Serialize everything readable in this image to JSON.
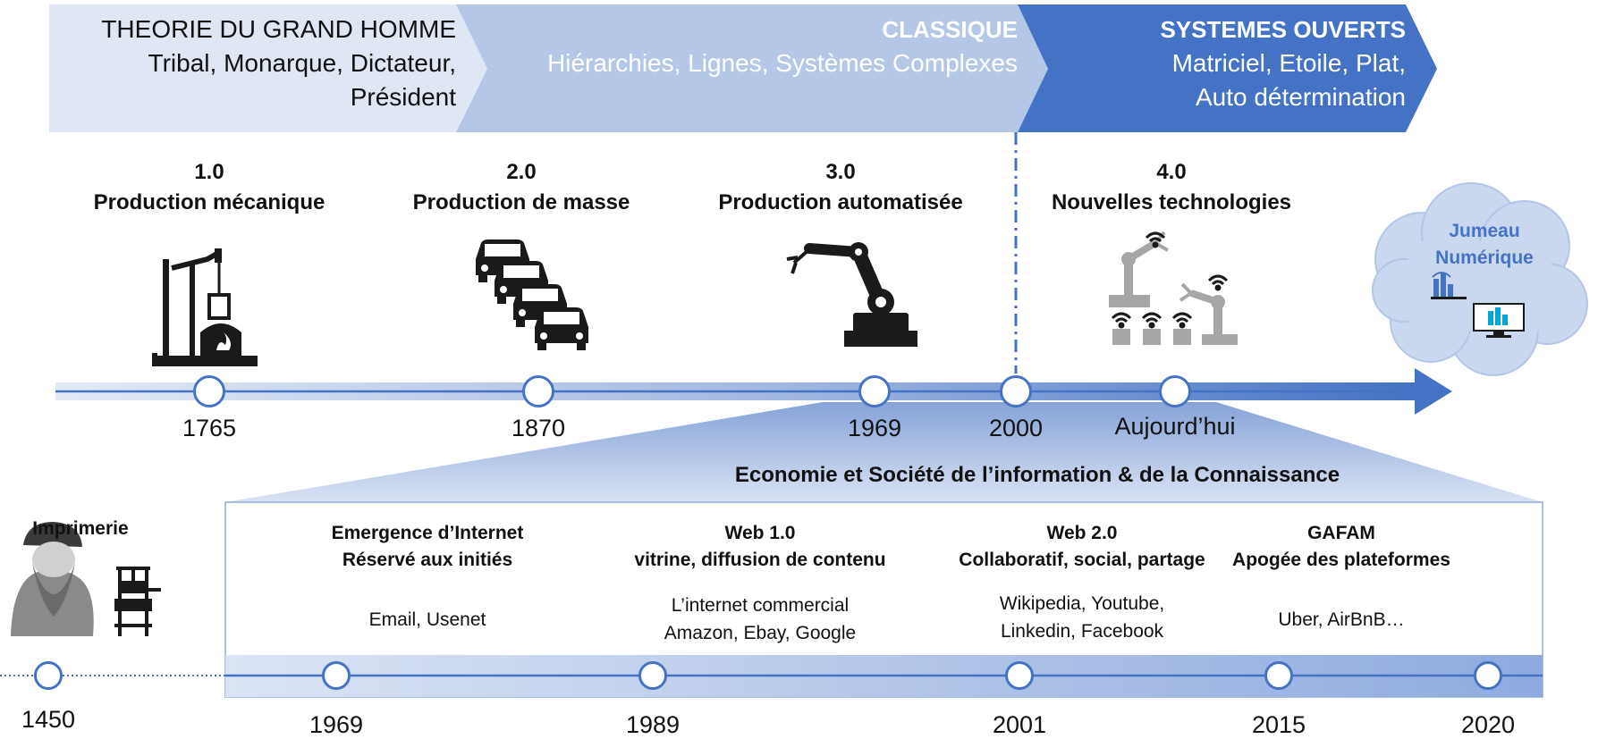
{
  "bands": [
    {
      "title": "THEORIE DU GRAND HOMME",
      "lines": [
        "Tribal, Monarque, Dictateur,",
        "Président"
      ]
    },
    {
      "title": "CLASSIQUE",
      "lines": [
        "Hiérarchies, Lignes, Systèmes Complexes"
      ]
    },
    {
      "title": "SYSTEMES OUVERTS",
      "lines": [
        "Matriciel, Etoile, Plat,",
        "Auto détermination"
      ]
    }
  ],
  "eras": [
    {
      "num": "1.0",
      "label": "Production mécanique",
      "year": "1765"
    },
    {
      "num": "2.0",
      "label": "Production de masse",
      "year": "1870"
    },
    {
      "num": "3.0",
      "label": "Production automatisée",
      "year": "1969"
    },
    {
      "num": "4.0",
      "label": "Nouvelles technologies",
      "year": "Aujourd’hui"
    }
  ],
  "marker_2000": "2000",
  "cloud": {
    "line1": "Jumeau",
    "line2": "Numérique"
  },
  "info_title": "Economie et Société de l’information & de la Connaissance",
  "printing": {
    "label": "Imprimerie",
    "year": "1450"
  },
  "events": [
    {
      "title1": "Emergence d’Internet",
      "title2": "Réservé aux initiés",
      "desc1": "Email, Usenet",
      "desc2": "",
      "year": "1969"
    },
    {
      "title1": "Web 1.0",
      "title2": "vitrine, diffusion de contenu",
      "desc1": "L’internet commercial",
      "desc2": "Amazon, Ebay, Google",
      "year": "1989"
    },
    {
      "title1": "Web 2.0",
      "title2": "Collaboratif, social, partage",
      "desc1": "Wikipedia, Youtube,",
      "desc2": "Linkedin, Facebook",
      "year": "2001"
    },
    {
      "title1": "GAFAM",
      "title2": "Apogée des plateformes",
      "desc1": "Uber, AirBnB…",
      "desc2": "",
      "year": "2015"
    },
    {
      "title1": "",
      "title2": "",
      "desc1": "",
      "desc2": "",
      "year": "2020"
    }
  ],
  "colors": {
    "band1": "#dfe6f4",
    "band2": "#b4c7e7",
    "band3": "#4472c4",
    "accent": "#4472c4",
    "icon": "#1a1a1a",
    "icon_grey": "#a6a6a6"
  }
}
